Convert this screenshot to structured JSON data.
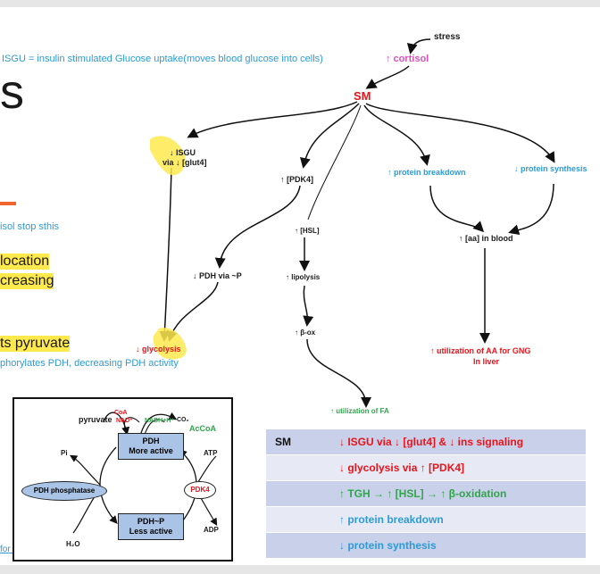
{
  "slide": {
    "title_fragment": "s",
    "isgu_definition": "ISGU = insulin stimulated Glucose uptake(moves blood glucose into cells)",
    "left_text": {
      "line1": "isol stop sthis",
      "line2": "location",
      "line3": "creasing",
      "line4": "ts pyruvate",
      "line5": "phorylates PDH, decreasing PDH activity",
      "line6": "for its own use"
    },
    "accent_color": "#f0642d"
  },
  "diagram": {
    "stress": "stress",
    "cortisol": "↑ cortisol",
    "sm": "SM",
    "isgu": "↓ ISGU",
    "isgu_via": "via ↓ [glut4]",
    "pdk4": "↑ [PDK4]",
    "hsl": "↑ [HSL]",
    "protein_breakdown": "↑ protein breakdown",
    "protein_synthesis": "↓ protein synthesis",
    "aa_blood": "↑ [aa] in blood",
    "pdh_p": "↓ PDH via ~P",
    "lipolysis": "↑ lipolysis",
    "glycolysis": "↓ glycolysis",
    "beta_ox": "↑ β-ox",
    "util_aa": "↑ utilization of AA for GNG",
    "util_aa_2": "In liver",
    "util_fa": "↑ utilization of FA"
  },
  "table": {
    "key": "SM",
    "rows": [
      {
        "text": "↓ ISGU via ↓ [glut4] & ↓ ins signaling",
        "color": "#e8141b"
      },
      {
        "text": "↓ glycolysis via ↑ [PDK4]",
        "color": "#e8141b"
      },
      {
        "text": "↑ TGH → ↑ [HSL] → ↑ β-oxidation",
        "color": "#2fa64a"
      },
      {
        "text": "↑ protein breakdown",
        "color": "#2e9bd6"
      },
      {
        "text": "↓ protein synthesis",
        "color": "#2e9bd6"
      }
    ]
  },
  "inset": {
    "pyruvate": "pyruvate",
    "coa": "CoA",
    "nad": "NAD⁺",
    "nadh": "NADH+H⁺",
    "co2": "CO₂",
    "accoa": "AcCoA",
    "pdh_active_1": "PDH",
    "pdh_active_2": "More active",
    "pi": "Pi",
    "atp": "ATP",
    "phosphatase": "PDH phosphatase",
    "pdk4": "PDK4",
    "pdh_p_1": "PDH~P",
    "pdh_p_2": "Less active",
    "h2o": "H₂O",
    "adp": "ADP"
  }
}
